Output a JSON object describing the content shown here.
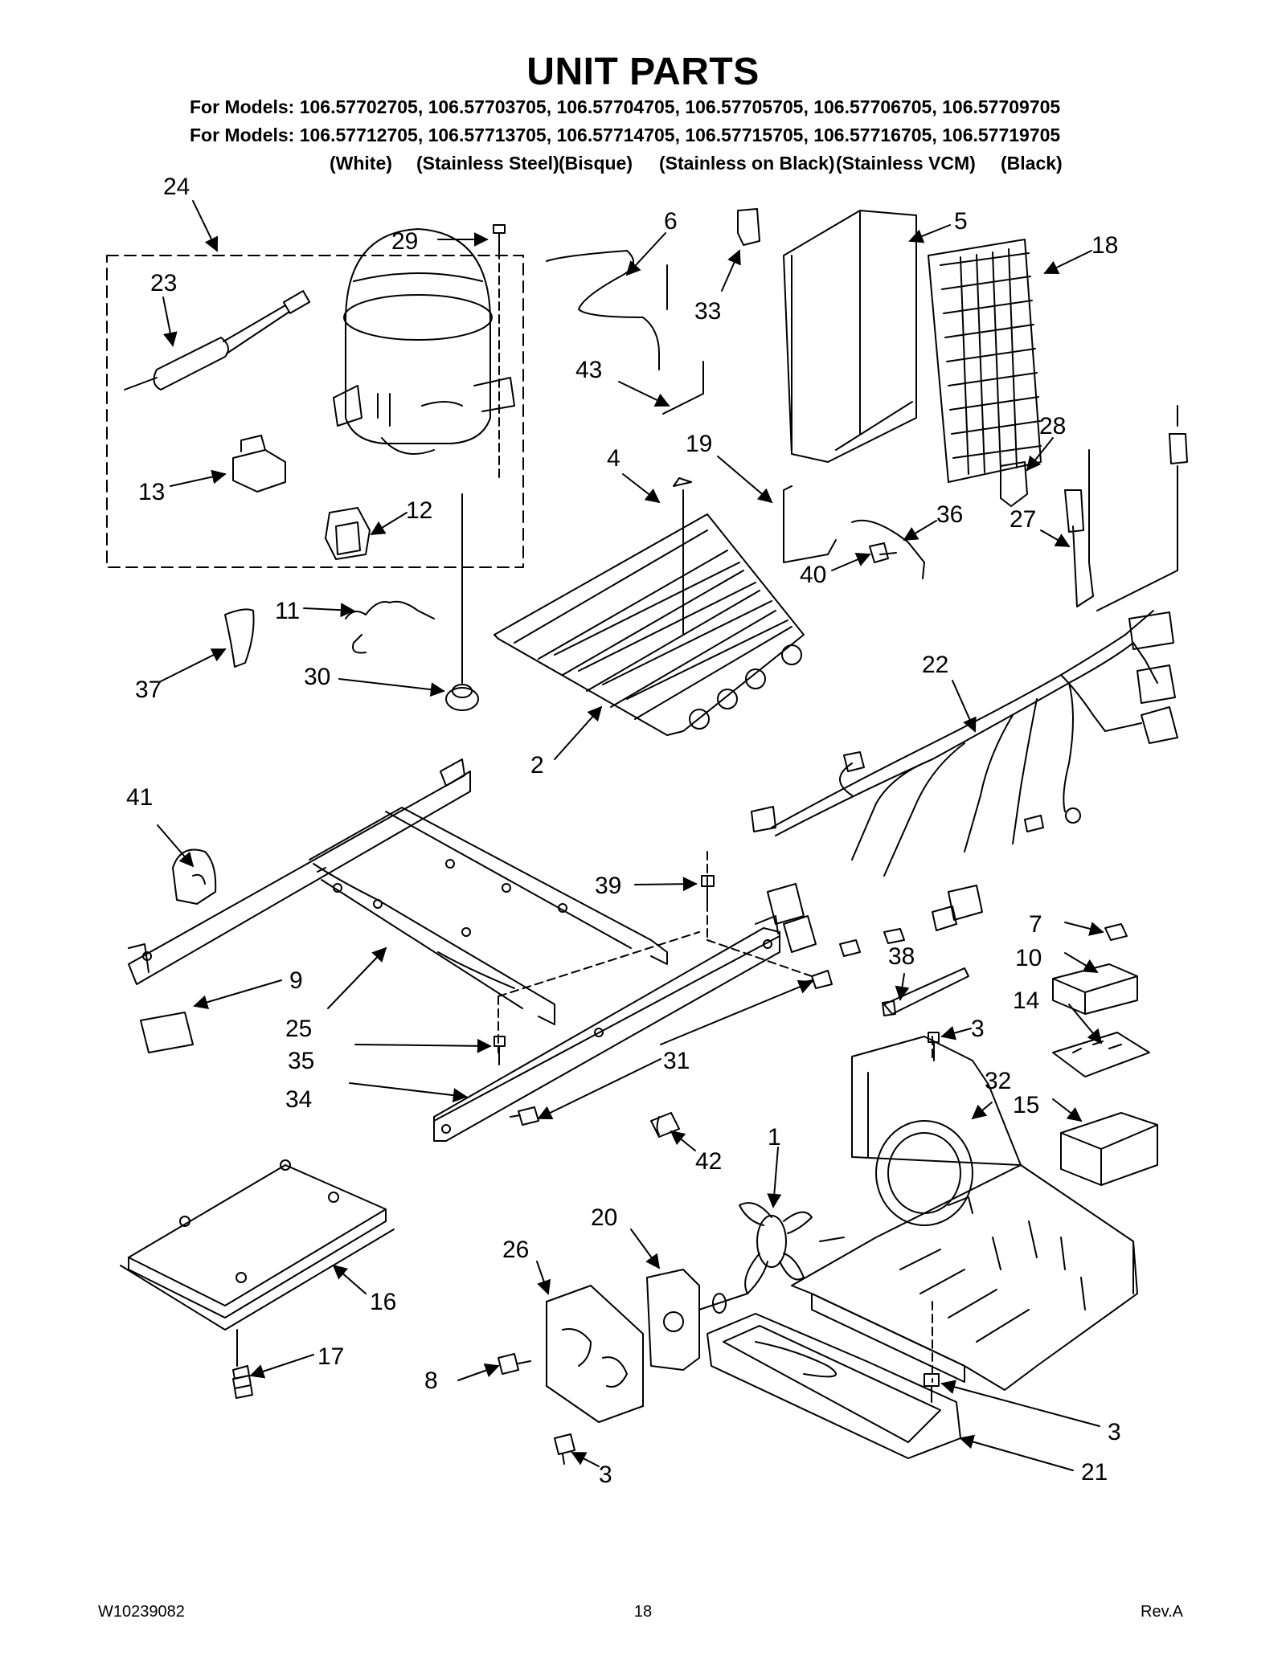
{
  "header": {
    "title": "UNIT PARTS",
    "models_line_1": "For Models: 106.57702705, 106.57703705, 106.57704705, 106.57705705, 106.57706705, 106.57709705",
    "models_line_2": "For Models: 106.57712705, 106.57713705, 106.57714705, 106.57715705, 106.57716705, 106.57719705",
    "colors": [
      "(White)",
      "(Stainless Steel)",
      "(Bisque)",
      "(Stainless on Black)",
      "(Stainless VCM)",
      "(Black)"
    ]
  },
  "callouts": [
    "24",
    "29",
    "23",
    "13",
    "12",
    "6",
    "33",
    "43",
    "5",
    "18",
    "19",
    "4",
    "28",
    "36",
    "27",
    "40",
    "11",
    "37",
    "30",
    "2",
    "22",
    "41",
    "39",
    "7",
    "10",
    "38",
    "9",
    "25",
    "35",
    "34",
    "31",
    "14",
    "3",
    "32",
    "15",
    "42",
    "1",
    "20",
    "26",
    "16",
    "17",
    "8",
    "3",
    "3",
    "21"
  ],
  "footer": {
    "doc_number": "W10239082",
    "page_number": "18",
    "revision": "Rev.A"
  }
}
